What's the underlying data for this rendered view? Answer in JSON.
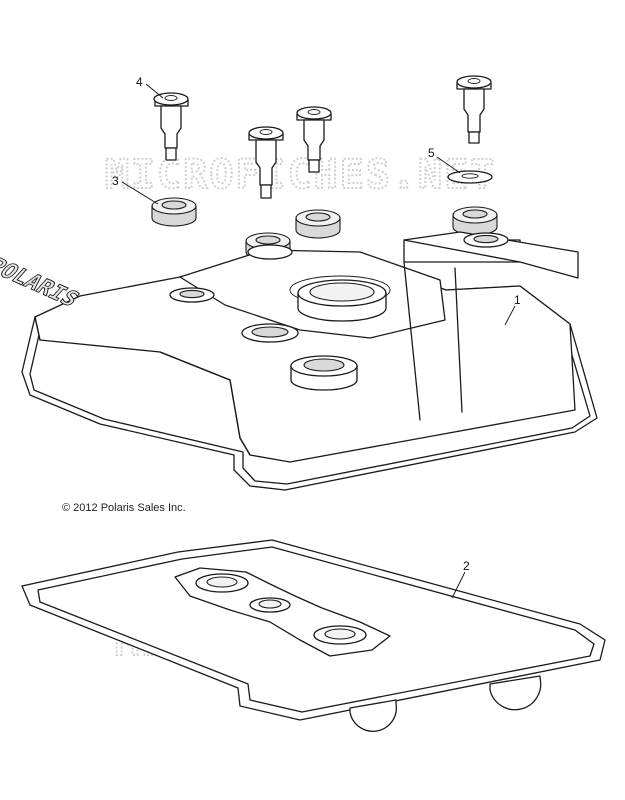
{
  "watermark": {
    "text": "MICROFICHES.NET"
  },
  "copyright": "© 2012 Polaris Sales Inc.",
  "cover_logo": "POLARIS",
  "callouts": [
    {
      "id": "1",
      "label": "1"
    },
    {
      "id": "2",
      "label": "2"
    },
    {
      "id": "3",
      "label": "3"
    },
    {
      "id": "4",
      "label": "4"
    },
    {
      "id": "5",
      "label": "5"
    }
  ]
}
